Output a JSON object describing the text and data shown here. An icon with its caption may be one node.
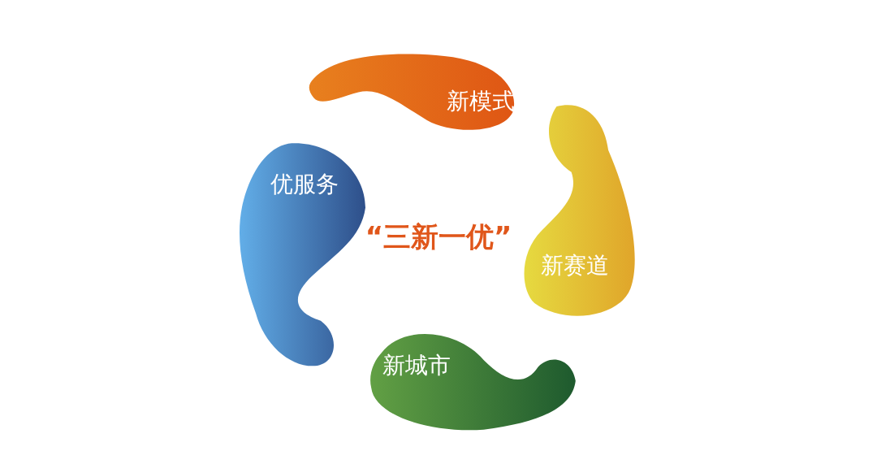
{
  "diagram": {
    "nodes": [
      {
        "text": [
          "新模式"
        ]
      },
      {
        "text": [
          "新赛道"
        ]
      },
      {
        "text": [
          "新城市"
        ]
      },
      {
        "text": [
          "优服务"
        ]
      }
    ],
    "labels": [
      "“三新一优”"
    ]
  }
}
